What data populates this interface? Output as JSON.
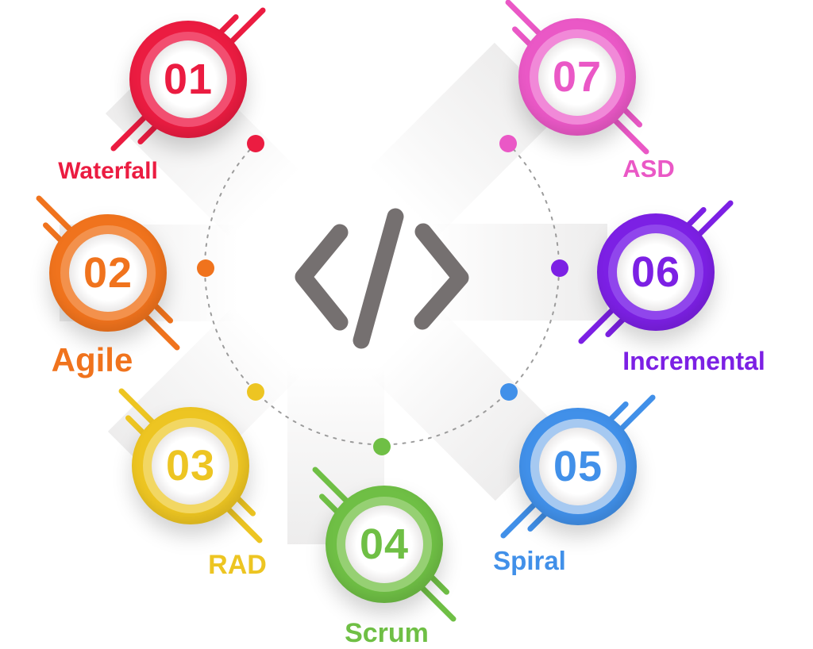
{
  "diagram": {
    "subject": "software-development-methodologies",
    "center_icon": "code-icon",
    "icon_color": "#757070",
    "dash_color": "#9c9c9c",
    "items": [
      {
        "number": "01",
        "label": "Waterfall",
        "color": "#EB1C41",
        "light_color": "#F24E70"
      },
      {
        "number": "02",
        "label": "Agile",
        "color": "#F0731D",
        "light_color": "#F3914C"
      },
      {
        "number": "03",
        "label": "RAD",
        "color": "#EDC522",
        "light_color": "#F2D763"
      },
      {
        "number": "04",
        "label": "Scrum",
        "color": "#6FBF45",
        "light_color": "#96D073"
      },
      {
        "number": "05",
        "label": "Spiral",
        "color": "#4190E9",
        "light_color": "#A6C9F1"
      },
      {
        "number": "06",
        "label": "Incremental",
        "color": "#7C20E4",
        "light_color": "#9046EC"
      },
      {
        "number": "07",
        "label": "ASD",
        "color": "#EA58C6",
        "light_color": "#F189D8"
      }
    ]
  }
}
